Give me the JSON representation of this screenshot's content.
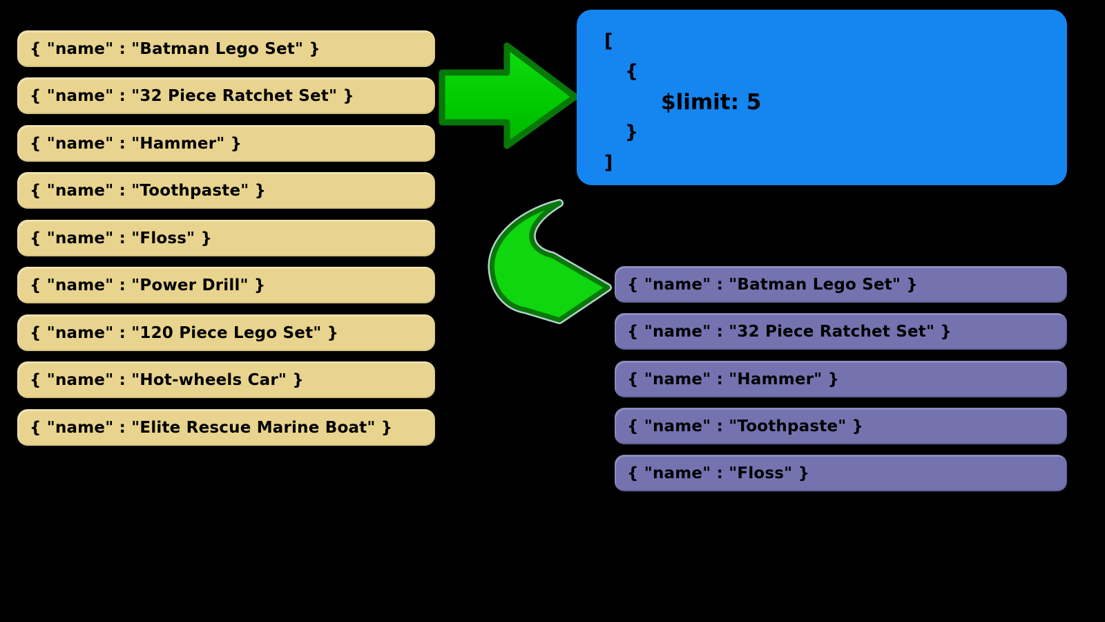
{
  "diagram": {
    "description_colors": {
      "background": "#000000",
      "input_doc_fill": "#E8D48E",
      "pipeline_fill": "#1585F0",
      "result_doc_fill": "#7473B0",
      "arrow_fill": "#00CC00",
      "arrow_outline": "#087808",
      "text_color": "#000000"
    }
  },
  "input_documents": [
    "{ \"name\" : \"Batman Lego Set\" }",
    "{ \"name\" : \"32 Piece Ratchet Set\" }",
    "{ \"name\" : \"Hammer\" }",
    "{ \"name\" : \"Toothpaste\" }",
    "{ \"name\" : \"Floss\" }",
    "{ \"name\" : \"Power Drill\" }",
    "{ \"name\" : \"120 Piece Lego Set\" }",
    "{ \"name\" : \"Hot-wheels Car\" }",
    "{ \"name\" : \"Elite Rescue Marine Boat\" }"
  ],
  "pipeline": {
    "lines": [
      "[",
      "{",
      "$limit: 5",
      "}",
      "]"
    ]
  },
  "output_documents": [
    "{ \"name\" : \"Batman Lego Set\" }",
    "{ \"name\" : \"32 Piece Ratchet Set\" }",
    "{ \"name\" : \"Hammer\" }",
    "{ \"name\" : \"Toothpaste\" }",
    "{ \"name\" : \"Floss\" }"
  ],
  "icons": {
    "flow_arrow": "right-arrow",
    "result_arrow": "curved-down-right-arrow"
  }
}
